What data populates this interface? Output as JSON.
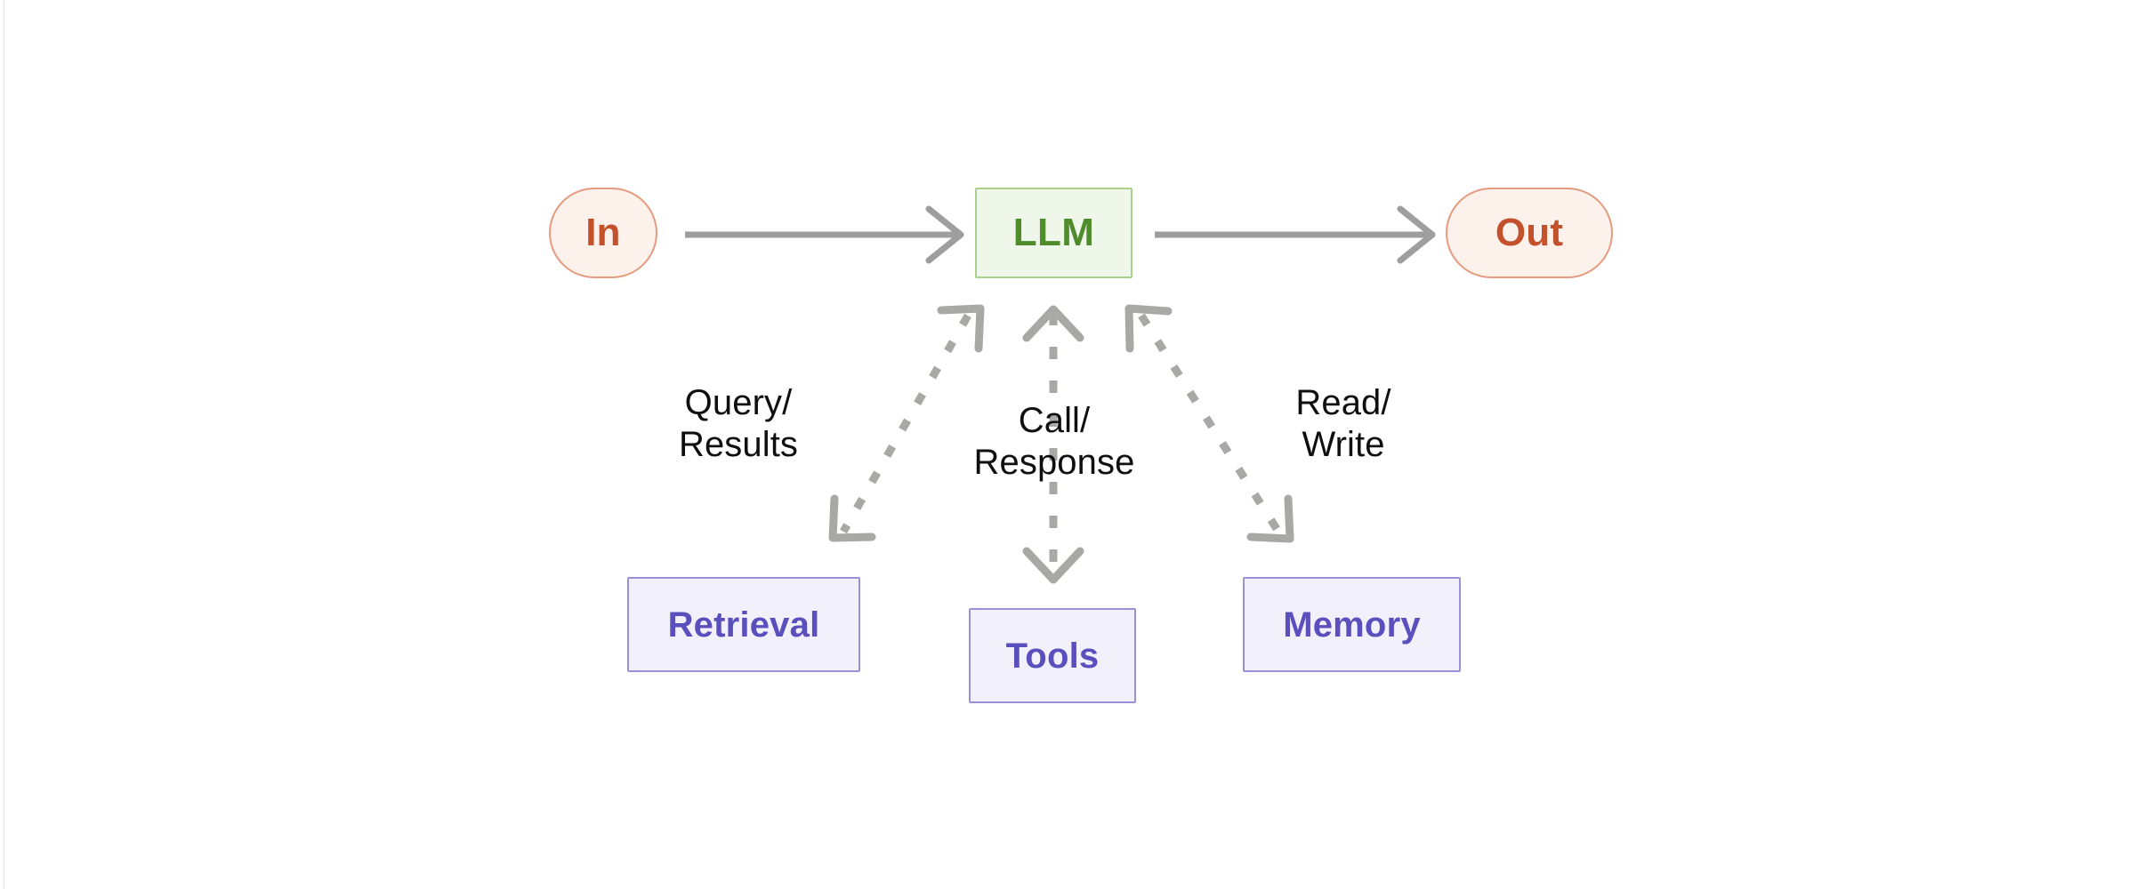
{
  "diagram": {
    "type": "flow-diagram",
    "title": "LLM agent architecture",
    "background_color": "#ffffff",
    "nodes": [
      {
        "id": "in",
        "label": "In",
        "shape": "pill",
        "fill": "#fdf1ec",
        "border": "#e69b80",
        "text_color": "#c2512c"
      },
      {
        "id": "llm",
        "label": "LLM",
        "shape": "rectangle",
        "fill": "#eff6ea",
        "border": "#a9d189",
        "text_color": "#4f8c2b"
      },
      {
        "id": "out",
        "label": "Out",
        "shape": "pill",
        "fill": "#fdf1ec",
        "border": "#e69b80",
        "text_color": "#c2512c"
      },
      {
        "id": "retrieval",
        "label": "Retrieval",
        "shape": "rectangle",
        "fill": "#f2f0fb",
        "border": "#9a91da",
        "text_color": "#5b4fbe"
      },
      {
        "id": "tools",
        "label": "Tools",
        "shape": "rectangle",
        "fill": "#f2f0fb",
        "border": "#9a91da",
        "text_color": "#5b4fbe"
      },
      {
        "id": "memory",
        "label": "Memory",
        "shape": "rectangle",
        "fill": "#f2f0fb",
        "border": "#9a91da",
        "text_color": "#5b4fbe"
      }
    ],
    "edges": [
      {
        "id": "in-llm",
        "from": "in",
        "to": "llm",
        "label": "",
        "style": "solid",
        "direction": "forward",
        "color": "#9e9e9e"
      },
      {
        "id": "llm-out",
        "from": "llm",
        "to": "out",
        "label": "",
        "style": "solid",
        "direction": "forward",
        "color": "#9e9e9e"
      },
      {
        "id": "llm-retrieval",
        "from": "llm",
        "to": "retrieval",
        "label": "Query/\nResults",
        "style": "dashed",
        "direction": "bidirectional",
        "color": "#a0a0a0"
      },
      {
        "id": "llm-tools",
        "from": "llm",
        "to": "tools",
        "label": "Call/\nResponse",
        "style": "dashed",
        "direction": "bidirectional",
        "color": "#a0a0a0"
      },
      {
        "id": "llm-memory",
        "from": "llm",
        "to": "memory",
        "label": "Read/\nWrite",
        "style": "dashed",
        "direction": "bidirectional",
        "color": "#a0a0a0"
      }
    ],
    "edge_label_color": "#0f0f0f"
  }
}
